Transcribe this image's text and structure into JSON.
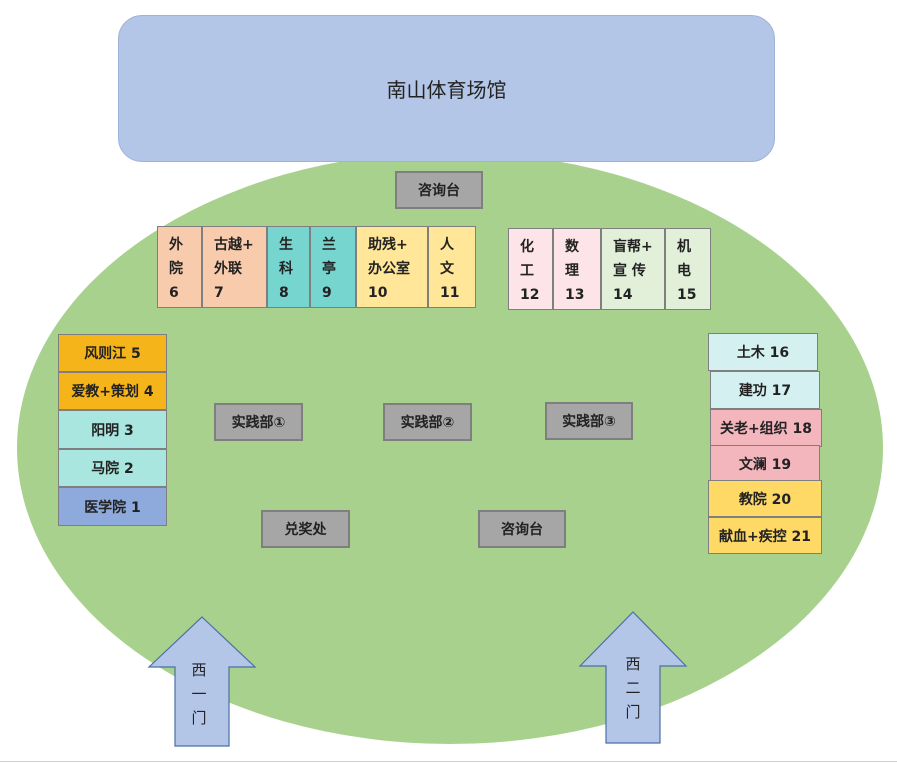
{
  "venue": {
    "title": "南山体育场馆"
  },
  "desks": {
    "info_top": "咨询台",
    "info_bottom": "咨询台",
    "redeem": "兑奖处",
    "practice": [
      "实践部①",
      "实践部②",
      "实践部③"
    ]
  },
  "top_booths": [
    {
      "line1": "外",
      "line2": "院",
      "num": "6",
      "color": "#f8cbad"
    },
    {
      "line1": "古越+",
      "line2": "外联",
      "num": "7",
      "color": "#f8cbad"
    },
    {
      "line1": "生",
      "line2": "科",
      "num": "8",
      "color": "#76d6cf"
    },
    {
      "line1": "兰",
      "line2": "亭",
      "num": "9",
      "color": "#76d6cf"
    },
    {
      "line1": "助残+",
      "line2": "办公室",
      "num": "10",
      "color": "#ffe699"
    },
    {
      "line1": "人",
      "line2": "文",
      "num": "11",
      "color": "#ffe699"
    },
    {
      "line1": "化",
      "line2": "工",
      "num": "12",
      "color": "#fce4e8"
    },
    {
      "line1": "数",
      "line2": "理",
      "num": "13",
      "color": "#fce4e8"
    },
    {
      "line1": "盲帮+",
      "line2": "宣 传",
      "num": "14",
      "color": "#e2f0d9"
    },
    {
      "line1": "机",
      "line2": "电",
      "num": "15",
      "color": "#e2f0d9"
    }
  ],
  "left_booths": [
    {
      "label": "风则江 5",
      "color": "#f5b41a"
    },
    {
      "label": "爱教+策划 4",
      "color": "#f5b41a"
    },
    {
      "label": "阳明  3",
      "color": "#a8e6df"
    },
    {
      "label": "马院  2",
      "color": "#a8e6df"
    },
    {
      "label": "医学院  1",
      "color": "#8ea9db"
    }
  ],
  "right_booths": [
    {
      "label": "土木 16",
      "color": "#d4f0f0"
    },
    {
      "label": "建功 17",
      "color": "#d4f0f0"
    },
    {
      "label": "关老+组织 18",
      "color": "#f4b6bd"
    },
    {
      "label": "文澜 19",
      "color": "#f4b6bd"
    },
    {
      "label": "教院 20",
      "color": "#ffd966"
    },
    {
      "label": "献血+疾控 21",
      "color": "#ffd966"
    }
  ],
  "gates": [
    {
      "c1": "西",
      "c2": "一",
      "c3": "门"
    },
    {
      "c1": "西",
      "c2": "二",
      "c3": "门"
    }
  ],
  "colors": {
    "venue": "#b4c6e7",
    "field": "#a9d18e",
    "desk": "#a6a6a6",
    "gate": "#b4c6e7"
  }
}
